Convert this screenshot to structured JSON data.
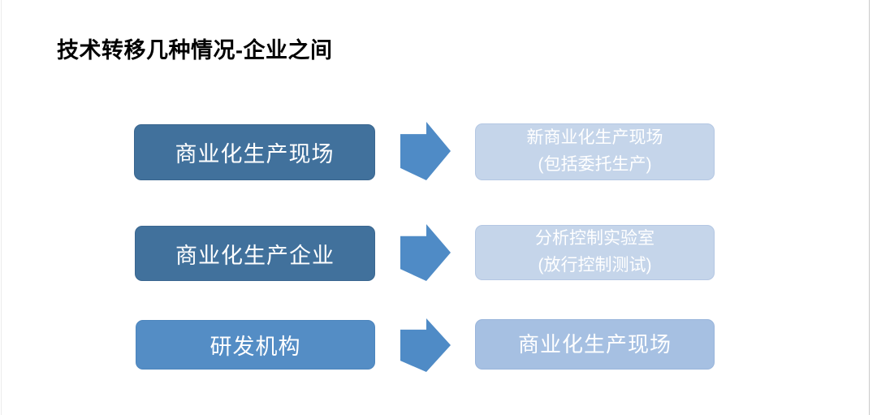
{
  "slide": {
    "title": "技术转移几种情况-企业之间",
    "colors": {
      "source_dark": "#41719C",
      "source_medium": "#548DC5",
      "target_light": "#C5D5EA",
      "target_medium": "#A6C0E2",
      "arrow": "#4F8BC6",
      "box_text": "#FFFFFF",
      "title_text": "#000000",
      "edge_line": "#C9C9C9"
    },
    "rows": [
      {
        "source": {
          "label": "商业化生产现场",
          "bg": "#41719C"
        },
        "arrow_icon": "right-block-arrow-icon",
        "target": {
          "line1": "新商业化生产现场",
          "line2": "(包括委托生产)",
          "bg": "#C5D5EA"
        }
      },
      {
        "source": {
          "label": "商业化生产企业",
          "bg": "#41719C"
        },
        "arrow_icon": "right-block-arrow-icon",
        "target": {
          "line1": "分析控制实验室",
          "line2": "(放行控制测试)",
          "bg": "#C5D5EA"
        }
      },
      {
        "source": {
          "label": "研发机构",
          "bg": "#548DC5"
        },
        "arrow_icon": "right-block-arrow-icon",
        "target": {
          "line1": "商业化生产现场",
          "line2": "",
          "bg": "#A6C0E2"
        }
      }
    ]
  }
}
